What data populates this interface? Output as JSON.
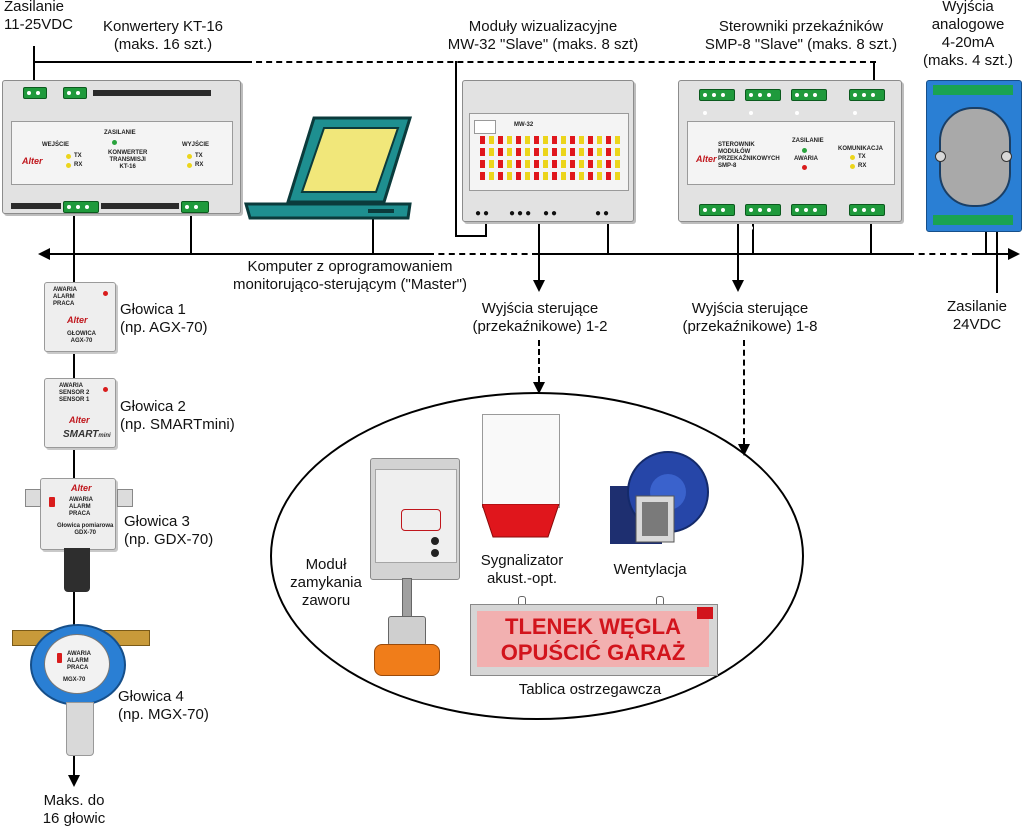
{
  "labels": {
    "power_top": [
      "Zasilanie",
      "11-25VDC"
    ],
    "kt16": [
      "Konwertery KT-16",
      "(maks. 16 szt.)"
    ],
    "mw32": [
      "Moduły wizualizacyjne",
      "MW-32 \"Slave\" (maks. 8 szt)"
    ],
    "smp8": [
      "Sterowniki przekaźników",
      "SMP-8 \"Slave\" (maks. 8 szt.)"
    ],
    "analog": [
      "Wyjścia",
      "analogowe",
      "4-20mA",
      "(maks. 4 szt.)"
    ],
    "computer": [
      "Komputer z oprogramowaniem",
      "monitorująco-sterującym (\"Master\")"
    ],
    "outputs_12": [
      "Wyjścia sterujące",
      "(przekaźnikowe) 1-2"
    ],
    "outputs_18": [
      "Wyjścia sterujące",
      "(przekaźnikowe) 1-8"
    ],
    "power_right": [
      "Zasilanie",
      "24VDC"
    ],
    "head1": [
      "Głowica 1",
      "(np. AGX-70)"
    ],
    "head2": [
      "Głowica 2",
      "(np. SMARTmini)"
    ],
    "head3": [
      "Głowica 3",
      "(np. GDX-70)"
    ],
    "head4": [
      "Głowica 4",
      "(np. MGX-70)"
    ],
    "max_heads": [
      "Maks. do",
      "16 głowic"
    ],
    "valve": [
      "Moduł",
      "zamykania",
      "zaworu"
    ],
    "siren": [
      "Sygnalizator",
      "akust.-opt."
    ],
    "fan": "Wentylacja",
    "sign_caption": "Tablica ostrzegawcza",
    "sign_text": [
      "TLENEK WĘGLA",
      "OPUŚCIĆ GARAŻ"
    ]
  },
  "devices": {
    "kt16": {
      "brand": "Alter",
      "input": "WEJŚCIE",
      "output": "WYJŚCIE",
      "power": "ZASILANIE",
      "title": [
        "KONWERTER",
        "TRANSMISJI",
        "KT-16"
      ],
      "tx": "TX",
      "rx": "RX"
    },
    "mw32": {
      "name": "MW-32"
    },
    "smp8": {
      "brand": "Alter",
      "title": [
        "STEROWNIK",
        "MODUŁÓW",
        "PRZEKAŹNIKOWYCH",
        "SMP-8"
      ],
      "power": "ZASILANIE",
      "alarm": "AWARIA",
      "comm": "KOMUNIKACJA",
      "tx": "TX",
      "rx": "RX"
    },
    "agx70": {
      "brand": "Alter",
      "model": [
        "GŁOWICA",
        "AGX-70"
      ],
      "leds": [
        "AWARIA",
        "ALARM",
        "PRACA"
      ]
    },
    "smartmini": {
      "brand": "Alter",
      "model": "SMART",
      "model_suffix": "mini",
      "leds": [
        "AWARIA",
        "SENSOR 2",
        "SENSOR 1"
      ]
    },
    "gdx70": {
      "brand": "Alter",
      "model": [
        "Głowica pomiarowa",
        "GDX-70"
      ],
      "leds": [
        "AWARIA",
        "ALARM",
        "PRACA"
      ]
    },
    "mgx70": {
      "model": "MGX-70",
      "leds": [
        "AWARIA",
        "ALARM",
        "PRACA"
      ]
    }
  },
  "colors": {
    "terminal_green": "#1f9a3c",
    "laptop_body": "#1e8f90",
    "laptop_screen": "#f1e77a",
    "sign_bg": "#f2b0b0",
    "sign_text": "#d2141c",
    "siren_red": "#e0161c",
    "valve_orange": "#f07d1a",
    "analog_blue": "#2a7fd4",
    "fan_blue": "#2646a8"
  }
}
